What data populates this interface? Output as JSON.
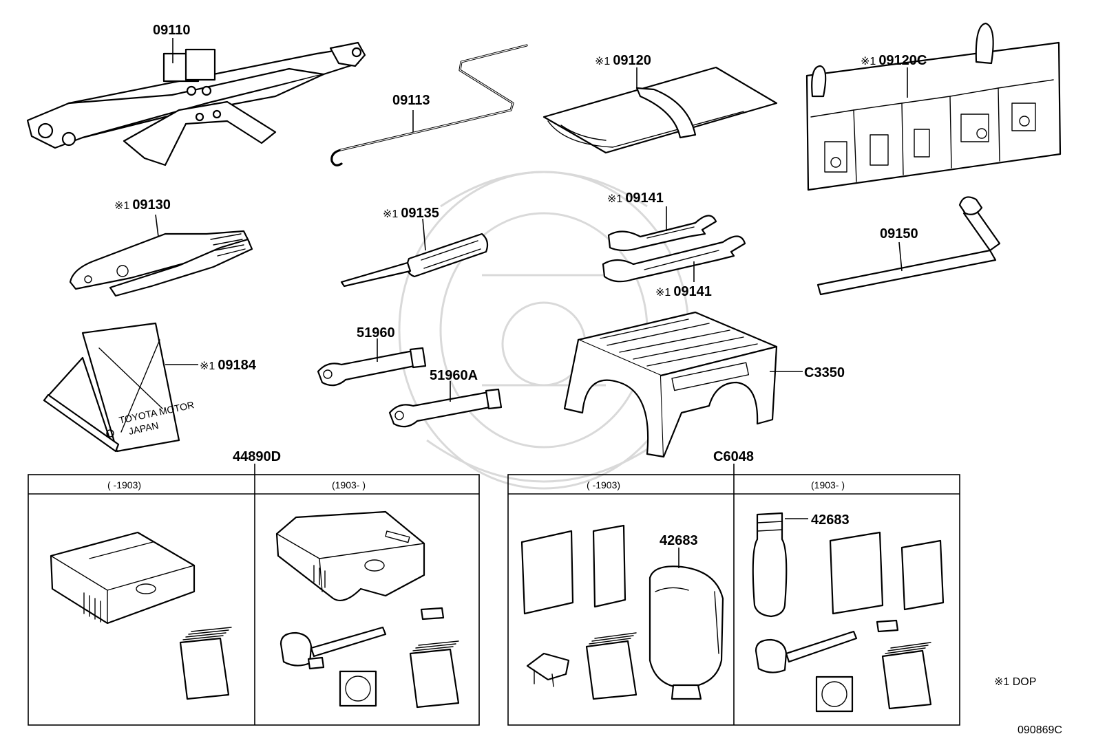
{
  "diagram": {
    "drawing_number": "090869C",
    "legend_note": "※1 DOP"
  },
  "parts": [
    {
      "id": "09110",
      "prefix": ""
    },
    {
      "id": "09113",
      "prefix": ""
    },
    {
      "id": "09120",
      "prefix": "※1"
    },
    {
      "id": "09120C",
      "prefix": "※1"
    },
    {
      "id": "09130",
      "prefix": "※1"
    },
    {
      "id": "09135",
      "prefix": "※1"
    },
    {
      "id": "09141",
      "prefix": "※1"
    },
    {
      "id": "09141",
      "prefix": "※1"
    },
    {
      "id": "09150",
      "prefix": ""
    },
    {
      "id": "09184",
      "prefix": "※1"
    },
    {
      "id": "51960",
      "prefix": ""
    },
    {
      "id": "51960A",
      "prefix": ""
    },
    {
      "id": "C3350",
      "prefix": ""
    }
  ],
  "kits": [
    {
      "id": "44890D",
      "panels": [
        {
          "header": "(        -1903)"
        },
        {
          "header": "(1903-        )"
        }
      ]
    },
    {
      "id": "C6048",
      "panels": [
        {
          "header": "(        -1903)",
          "sub_part": "42683"
        },
        {
          "header": "(1903-        )",
          "sub_part": "42683"
        }
      ]
    }
  ],
  "stamp": {
    "line1": "TOYOTA MOTOR",
    "line2": "JAPAN"
  }
}
